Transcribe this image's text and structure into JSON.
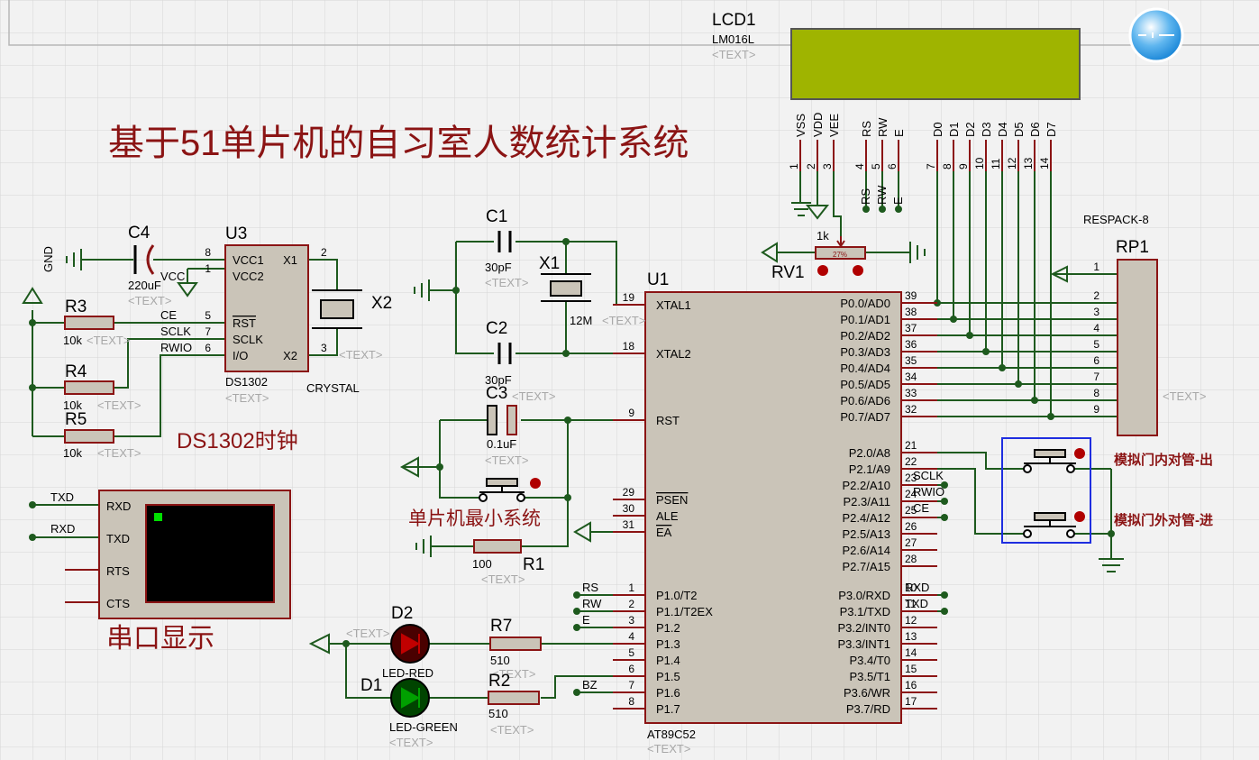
{
  "colors": {
    "background": "#f2f2f2",
    "grid": "#d6d6d6",
    "wire": "#1e5a1e",
    "component": "#8b1414",
    "body": "#cac4b8",
    "lcd": "#9fb400",
    "highlight": "#1f2ee0",
    "title": "#8b1414"
  },
  "title": "基于51单片机的自习室人数统计系统",
  "section_labels": {
    "rtc": "DS1302时钟",
    "min_system": "单片机最小系统",
    "serial": "串口显示",
    "door_in": "模拟门内对管-出",
    "door_out": "模拟门外对管-进"
  },
  "placeholder": "<TEXT>",
  "mcu": {
    "ref": "U1",
    "value": "AT89C52",
    "left_pins": [
      {
        "num": "19",
        "label": "XTAL1"
      },
      {
        "num": "18",
        "label": "XTAL2"
      },
      {
        "num": "9",
        "label": "RST"
      },
      {
        "num": "29",
        "label": "PSEN"
      },
      {
        "num": "30",
        "label": "ALE"
      },
      {
        "num": "31",
        "label": "EA"
      },
      {
        "num": "1",
        "label": "P1.0/T2"
      },
      {
        "num": "2",
        "label": "P1.1/T2EX"
      },
      {
        "num": "3",
        "label": "P1.2"
      },
      {
        "num": "4",
        "label": "P1.3"
      },
      {
        "num": "5",
        "label": "P1.4"
      },
      {
        "num": "6",
        "label": "P1.5"
      },
      {
        "num": "7",
        "label": "P1.6"
      },
      {
        "num": "8",
        "label": "P1.7"
      }
    ],
    "right_pins": [
      {
        "num": "39",
        "label": "P0.0/AD0"
      },
      {
        "num": "38",
        "label": "P0.1/AD1"
      },
      {
        "num": "37",
        "label": "P0.2/AD2"
      },
      {
        "num": "36",
        "label": "P0.3/AD3"
      },
      {
        "num": "35",
        "label": "P0.4/AD4"
      },
      {
        "num": "34",
        "label": "P0.5/AD5"
      },
      {
        "num": "33",
        "label": "P0.6/AD6"
      },
      {
        "num": "32",
        "label": "P0.7/AD7"
      },
      {
        "num": "21",
        "label": "P2.0/A8"
      },
      {
        "num": "22",
        "label": "P2.1/A9"
      },
      {
        "num": "23",
        "label": "P2.2/A10"
      },
      {
        "num": "24",
        "label": "P2.3/A11"
      },
      {
        "num": "25",
        "label": "P2.4/A12"
      },
      {
        "num": "26",
        "label": "P2.5/A13"
      },
      {
        "num": "27",
        "label": "P2.6/A14"
      },
      {
        "num": "28",
        "label": "P2.7/A15"
      },
      {
        "num": "10",
        "label": "P3.0/RXD"
      },
      {
        "num": "11",
        "label": "P3.1/TXD"
      },
      {
        "num": "12",
        "label": "P3.2/INT0"
      },
      {
        "num": "13",
        "label": "P3.3/INT1"
      },
      {
        "num": "14",
        "label": "P3.4/T0"
      },
      {
        "num": "15",
        "label": "P3.5/T1"
      },
      {
        "num": "16",
        "label": "P3.6/WR"
      },
      {
        "num": "17",
        "label": "P3.7/RD"
      }
    ],
    "net_labels_left": [
      "RS",
      "RW",
      "E",
      "BZ"
    ],
    "net_labels_right": [
      "SCLK",
      "RWIO",
      "CE",
      "RXD",
      "TXD"
    ]
  },
  "lcd": {
    "ref": "LCD1",
    "value": "LM016L",
    "pins": [
      {
        "num": "1",
        "label": "VSS"
      },
      {
        "num": "2",
        "label": "VDD"
      },
      {
        "num": "3",
        "label": "VEE"
      },
      {
        "num": "4",
        "label": "RS"
      },
      {
        "num": "5",
        "label": "RW"
      },
      {
        "num": "6",
        "label": "E"
      },
      {
        "num": "7",
        "label": "D0"
      },
      {
        "num": "8",
        "label": "D1"
      },
      {
        "num": "9",
        "label": "D2"
      },
      {
        "num": "10",
        "label": "D3"
      },
      {
        "num": "11",
        "label": "D4"
      },
      {
        "num": "12",
        "label": "D5"
      },
      {
        "num": "13",
        "label": "D6"
      },
      {
        "num": "14",
        "label": "D7"
      }
    ],
    "net_labels": [
      "RS",
      "RW",
      "E"
    ]
  },
  "rtc": {
    "ref": "U3",
    "value": "DS1302",
    "left_pins": [
      {
        "num": "8",
        "label": "VCC1"
      },
      {
        "num": "1",
        "label": "VCC2"
      },
      {
        "num": "5",
        "label": "RST"
      },
      {
        "num": "7",
        "label": "SCLK"
      },
      {
        "num": "6",
        "label": "I/O"
      }
    ],
    "right_pins": [
      {
        "num": "2",
        "label": "X1"
      },
      {
        "num": "3",
        "label": "X2"
      }
    ],
    "net_labels": [
      "VCC",
      "CE",
      "SCLK",
      "RWIO"
    ]
  },
  "rv1": {
    "ref": "RV1",
    "value": "1k",
    "percent": "27%"
  },
  "rp1": {
    "ref": "RP1",
    "value": "RESPACK-8",
    "pins": [
      "1",
      "2",
      "3",
      "4",
      "5",
      "6",
      "7",
      "8",
      "9"
    ]
  },
  "x2": {
    "ref": "X2",
    "value": "CRYSTAL"
  },
  "x1": {
    "ref": "X1",
    "value": "12M"
  },
  "c1": {
    "ref": "C1",
    "value": "30pF"
  },
  "c2": {
    "ref": "C2",
    "value": "30pF"
  },
  "c3": {
    "ref": "C3",
    "value": "0.1uF"
  },
  "c4": {
    "ref": "C4",
    "value": "220uF"
  },
  "r1": {
    "ref": "R1",
    "value": "100"
  },
  "r2": {
    "ref": "R2",
    "value": "510"
  },
  "r3": {
    "ref": "R3",
    "value": "10k"
  },
  "r4": {
    "ref": "R4",
    "value": "10k"
  },
  "r5": {
    "ref": "R5",
    "value": "10k"
  },
  "r7": {
    "ref": "R7",
    "value": "510"
  },
  "d1": {
    "ref": "D1",
    "value": "LED-GREEN"
  },
  "d2": {
    "ref": "D2",
    "value": "LED-RED"
  },
  "gnd_label": "GND",
  "terminal": {
    "pins": [
      "RXD",
      "TXD",
      "RTS",
      "CTS"
    ],
    "net_labels": [
      "TXD",
      "RXD"
    ]
  }
}
